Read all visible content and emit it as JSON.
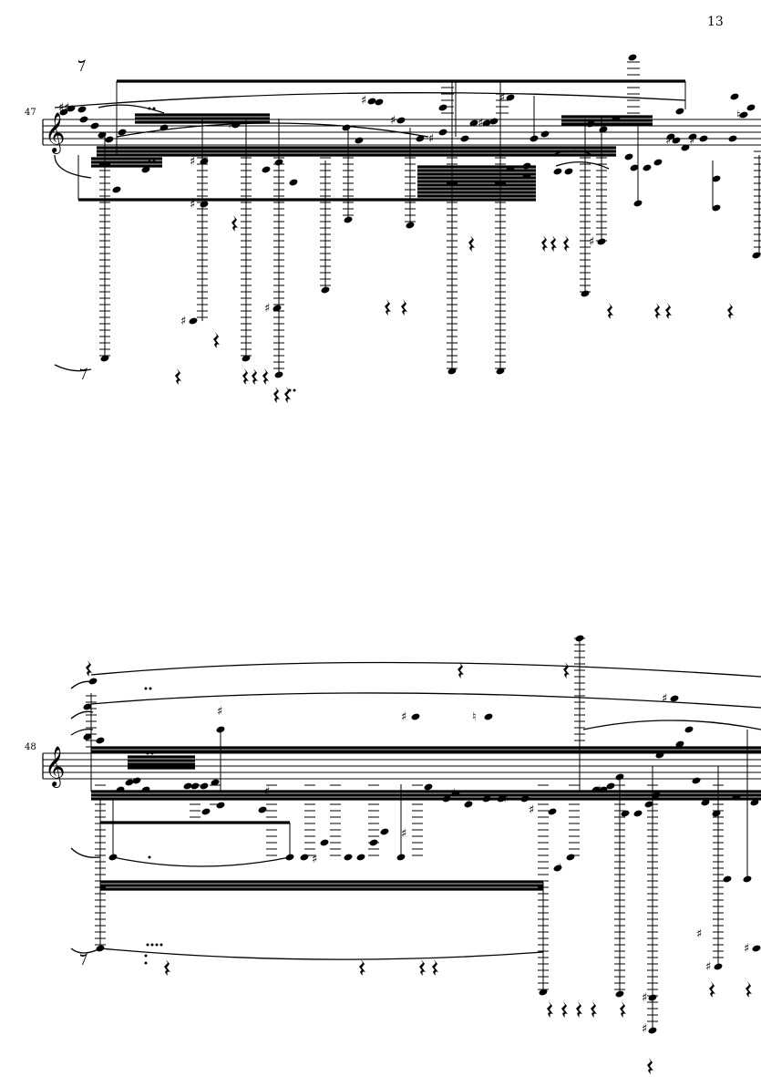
{
  "page": {
    "number": "13"
  },
  "systems": [
    {
      "measure": "47"
    },
    {
      "measure": "48"
    }
  ],
  "colors": {
    "ink": "#000000",
    "paper": "#ffffff"
  }
}
